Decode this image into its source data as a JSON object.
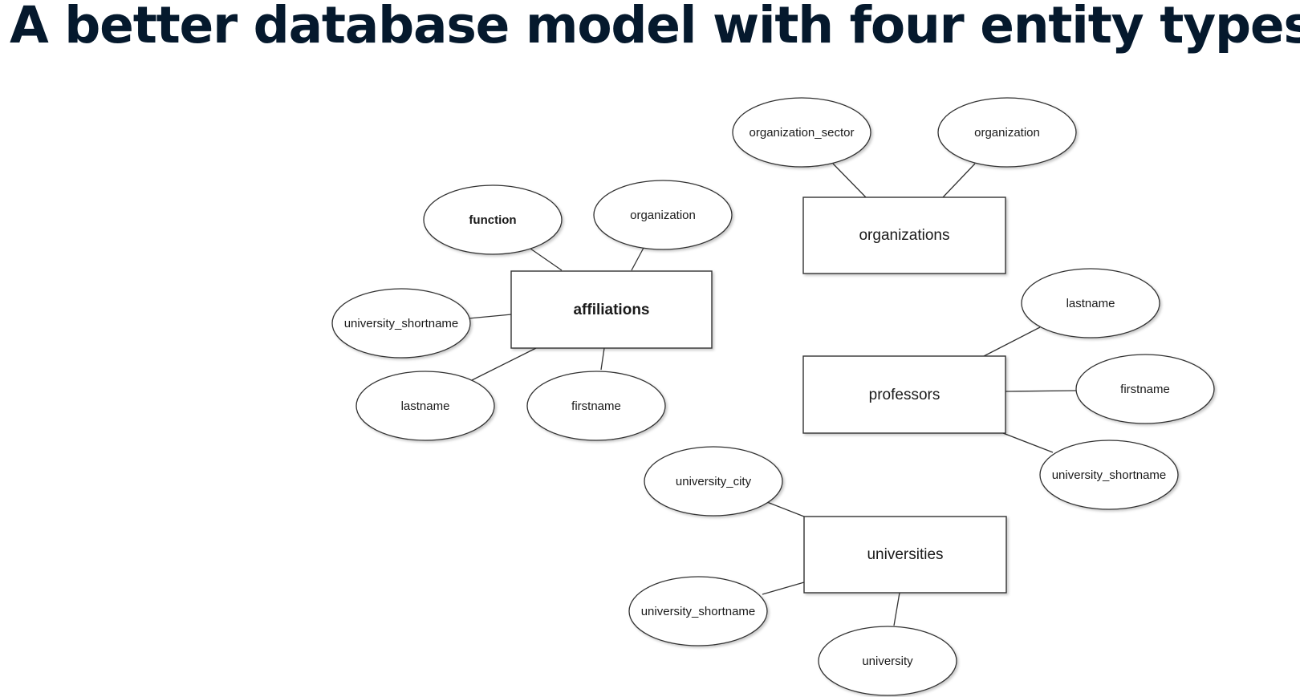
{
  "title": "A better database model with four entity types",
  "entities": {
    "affiliations": {
      "label": "affiliations",
      "attributes": {
        "function": "function",
        "organization": "organization",
        "university_shortname": "university_shortname",
        "lastname": "lastname",
        "firstname": "firstname"
      }
    },
    "organizations": {
      "label": "organizations",
      "attributes": {
        "organization_sector": "organization_sector",
        "organization": "organization"
      }
    },
    "professors": {
      "label": "professors",
      "attributes": {
        "lastname": "lastname",
        "firstname": "firstname",
        "university_shortname": "university_shortname"
      }
    },
    "universities": {
      "label": "universities",
      "attributes": {
        "university_city": "university_city",
        "university_shortname": "university_shortname",
        "university": "university"
      }
    }
  }
}
